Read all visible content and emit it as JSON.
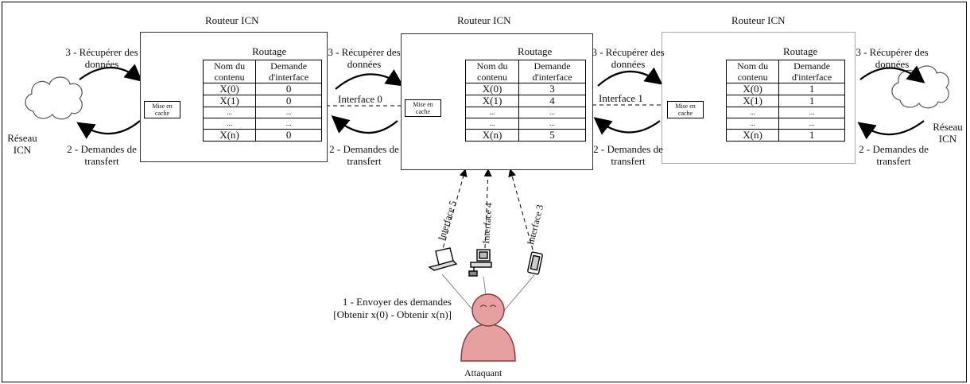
{
  "routers": [
    {
      "title": "Routeur ICN",
      "routing_label": "Routage",
      "cache_label": "Mise en cache",
      "columns": [
        "Nom du contenu",
        "Demande d'interface"
      ],
      "rows": [
        [
          "X(0)",
          "0"
        ],
        [
          "X(1)",
          "0"
        ],
        [
          "...",
          "..."
        ],
        [
          "...",
          "..."
        ],
        [
          "X(n)",
          "0"
        ]
      ]
    },
    {
      "title": "Routeur ICN",
      "routing_label": "Routage",
      "cache_label": "Mise en cache",
      "columns": [
        "Nom du contenu",
        "Demande d'interface"
      ],
      "rows": [
        [
          "X(0)",
          "3"
        ],
        [
          "X(1)",
          "4"
        ],
        [
          "...",
          "..."
        ],
        [
          "...",
          "..."
        ],
        [
          "X(n)",
          "5"
        ]
      ]
    },
    {
      "title": "Routeur ICN",
      "routing_label": "Routage",
      "cache_label": "Mise en cache",
      "columns": [
        "Nom du contenu",
        "Demande d'interface"
      ],
      "rows": [
        [
          "X(0)",
          "1"
        ],
        [
          "X(1)",
          "1"
        ],
        [
          "...",
          "..."
        ],
        [
          "...",
          "..."
        ],
        [
          "X(n)",
          "1"
        ]
      ]
    }
  ],
  "labels": {
    "retrieve": "3 - Récupérer des données",
    "transfer": "2 - Demandes de transfert",
    "network": "Réseau ICN",
    "interface0": "Interface 0",
    "interface1": "Interface 1",
    "interface3": "Interface 3",
    "interface4": "Interface 4",
    "interface5": "Interface 5",
    "send_requests_1": "1 - Envoyer des demandes",
    "send_requests_2": "[Obtenir x(0) - Obtenir x(n)]",
    "attacker": "Attaquant"
  },
  "icons": [
    "cloud-icon",
    "laptop-icon",
    "desktop-computer-icon",
    "tablet-icon",
    "attacker-person-icon"
  ],
  "colors": {
    "attacker": "#e7a0a0",
    "attacker_stroke": "#8a3a3a"
  }
}
